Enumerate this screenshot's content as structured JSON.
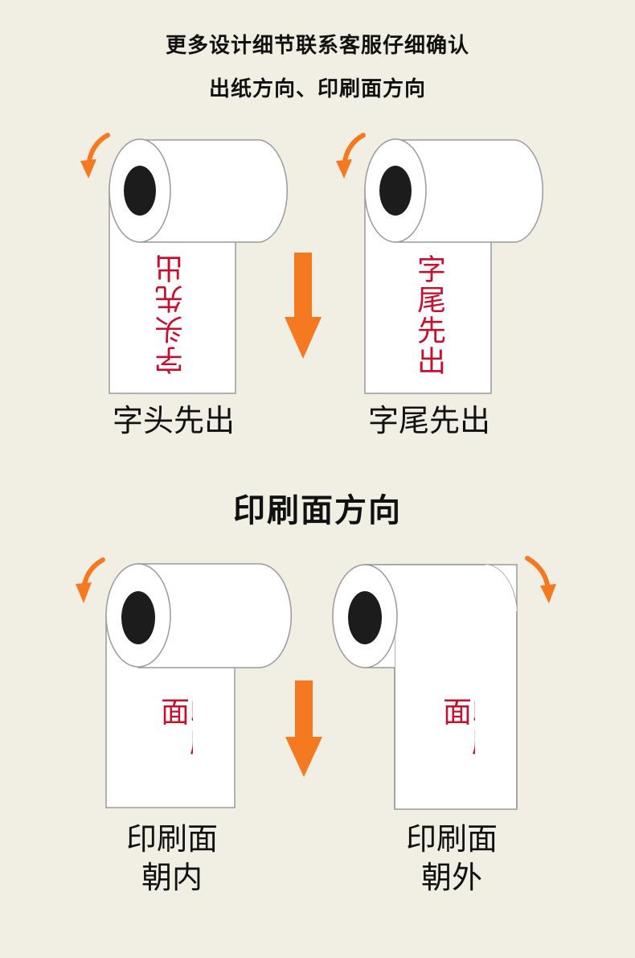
{
  "header": {
    "line1": "更多设计细节联系客服仔细确认",
    "line2": "出纸方向、印刷面方向"
  },
  "section_paper_out": {
    "roll_left": {
      "paper_text": "字头先出",
      "caption": "字头先出"
    },
    "roll_right": {
      "paper_text": "字尾先出",
      "caption": "字尾先出"
    }
  },
  "section_print_side": {
    "title": "印刷面方向",
    "roll_left": {
      "paper_text": "印刷面",
      "caption_line1": "印刷面",
      "caption_line2": "朝内"
    },
    "roll_right": {
      "paper_text": "印刷面",
      "caption_line1": "印刷面",
      "caption_line2": "朝外"
    }
  },
  "colors": {
    "background": "#f1efe4",
    "arrow": "#f47920",
    "paper_text": "#c8102e",
    "roll_core": "#1c1c1c",
    "outline": "#9a9a9a"
  },
  "icons": [
    "rotation-arrow-icon",
    "down-arrow-icon",
    "roll-core-icon"
  ]
}
